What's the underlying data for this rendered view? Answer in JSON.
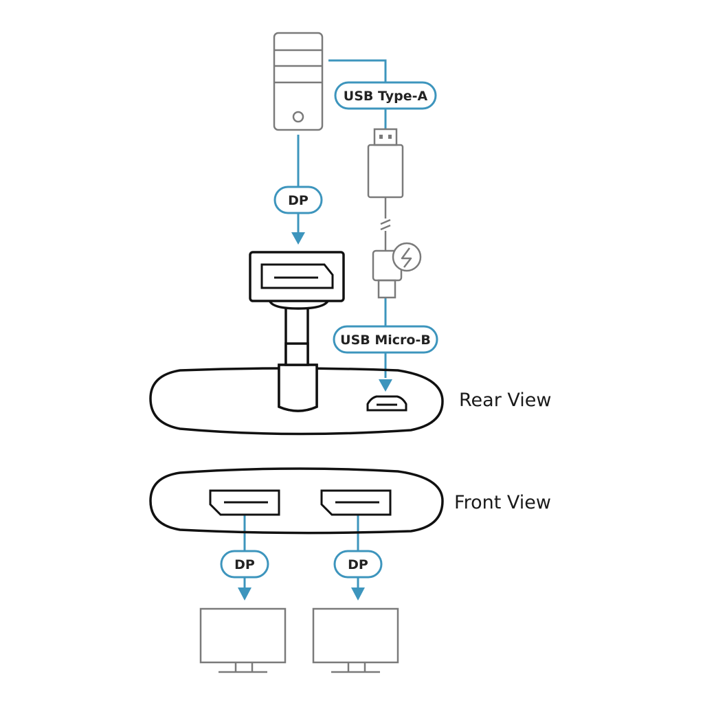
{
  "labels": {
    "usb_type_a": "USB Type-A",
    "dp_input": "DP",
    "usb_micro_b": "USB Micro-B",
    "rear_view": "Rear View",
    "front_view": "Front View",
    "dp_output_1": "DP",
    "dp_output_2": "DP"
  },
  "colors": {
    "cable": "#3d95bd",
    "outline": "#111111",
    "device": "#7a7a7a"
  },
  "icons": {
    "computer": "pc-tower-icon",
    "power": "lightning-bolt-icon",
    "monitor": "monitor-icon"
  }
}
